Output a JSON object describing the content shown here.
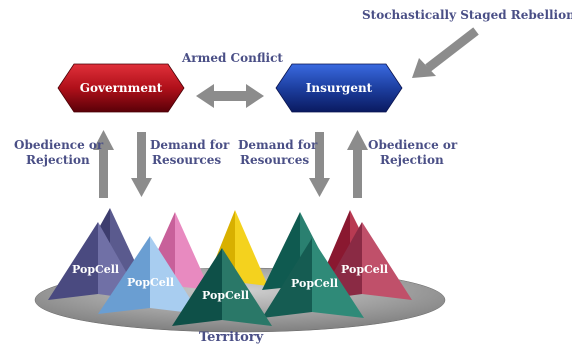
{
  "labels": {
    "stochastic": "Stochastically Staged Rebellion",
    "armed_conflict": "Armed Conflict",
    "gov_obedience_l1": "Obedience or",
    "gov_obedience_l2": "Rejection",
    "gov_demand_l1": "Demand for",
    "gov_demand_l2": "Resources",
    "ins_demand_l1": "Demand for",
    "ins_demand_l2": "Resources",
    "ins_obedience_l1": "Obedience or",
    "ins_obedience_l2": "Rejection",
    "territory": "Territory"
  },
  "nodes": {
    "government": "Government",
    "insurgent": "Insurgent"
  },
  "popcells": [
    "PopCell",
    "PopCell",
    "PopCell",
    "PopCell",
    "PopCell"
  ],
  "colors": {
    "text": "#4a4f86",
    "government": "#b0101a",
    "insurgent": "#1d3fa0",
    "arrow": "#8c8c8c",
    "territory": "#a9a9a9"
  }
}
